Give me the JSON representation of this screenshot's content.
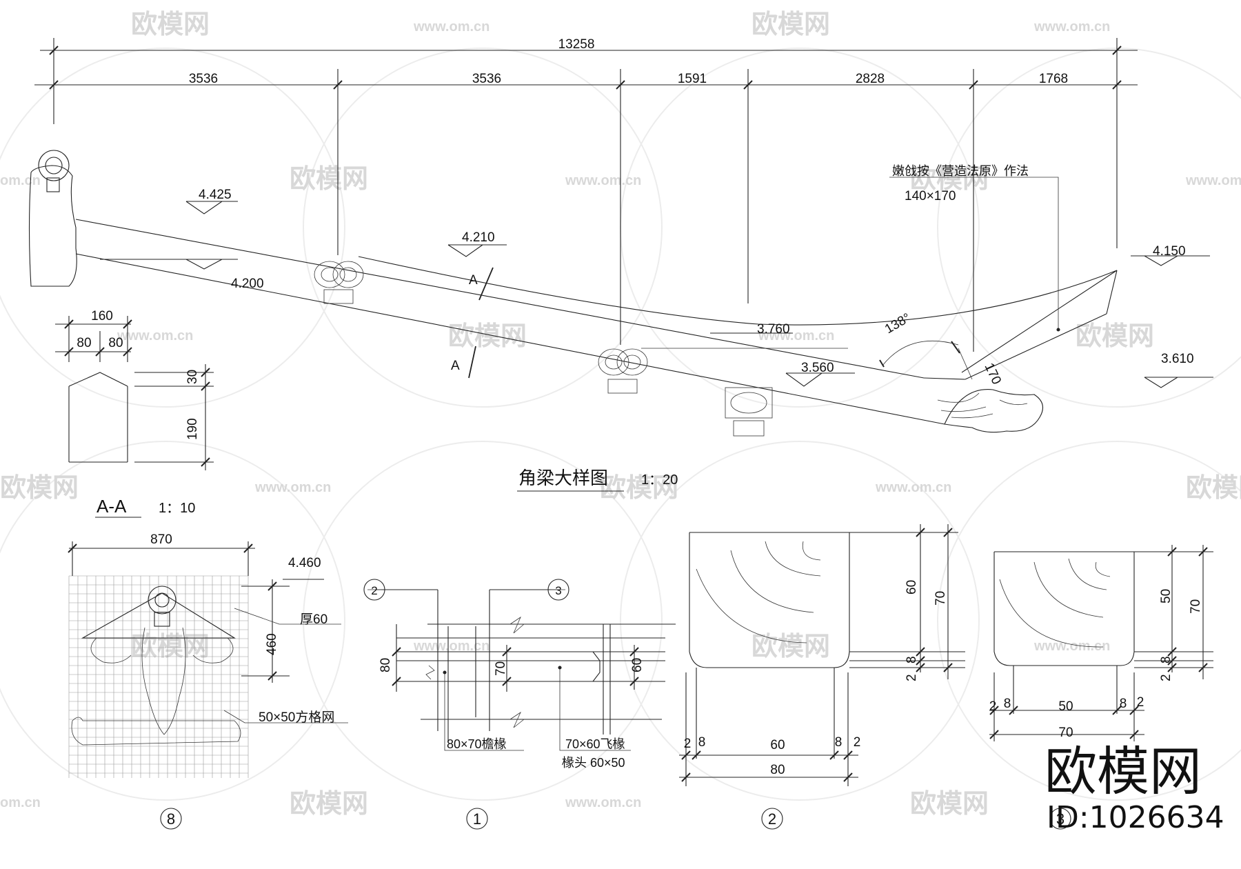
{
  "dimensions": {
    "total": "13258",
    "seg1": "3536",
    "seg2": "3536",
    "seg3": "1591",
    "seg4": "2828",
    "seg5": "1768",
    "sec_w": "160",
    "sec_half1": "80",
    "sec_half2": "80",
    "sec_top": "30",
    "sec_h": "190"
  },
  "elevations": {
    "e1": "4.425",
    "e2": "4.200",
    "e3": "4.210",
    "e4": "3.760",
    "e5": "3.560",
    "e6": "4.150",
    "e7": "3.610",
    "e8": "4.460"
  },
  "labels": {
    "note_line1": "嫩戗按《营造法原》作法",
    "note_line2": "140×170",
    "angle": "138°",
    "end_dim": "170",
    "section_mark_top": "A",
    "section_mark_bottom": "A",
    "main_title": "角梁大样图",
    "main_scale": "1：20",
    "aa_title": "A-A",
    "aa_scale": "1：10"
  },
  "detail8": {
    "width": "870",
    "height": "460",
    "thickness": "厚60",
    "grid_note": "50×50方格网",
    "number": "8"
  },
  "detail1": {
    "ref_a": "2",
    "ref_b": "3",
    "dim_80": "80",
    "dim_70": "70",
    "dim_60": "60",
    "rafter_a": "80×70檐椽",
    "rafter_b": "70×60飞椽",
    "rafter_head": "椽头 60×50",
    "number": "1"
  },
  "detail2": {
    "h60": "60",
    "h70": "70",
    "h8": "8",
    "h2": "2",
    "w2a": "2",
    "w8a": "8",
    "w60": "60",
    "w8b": "8",
    "w2b": "2",
    "w80": "80",
    "number": "2"
  },
  "detail3": {
    "h50": "50",
    "h70": "70",
    "h8": "8",
    "h2": "2",
    "w2a": "2",
    "w8a": "8",
    "w50": "50",
    "w8b": "8",
    "w2b": "2",
    "w70": "70",
    "number": "3"
  },
  "watermark": {
    "brand": "欧模网",
    "url": "www.om.cn",
    "url_short": "om.cn",
    "id": "ID:1026634"
  }
}
